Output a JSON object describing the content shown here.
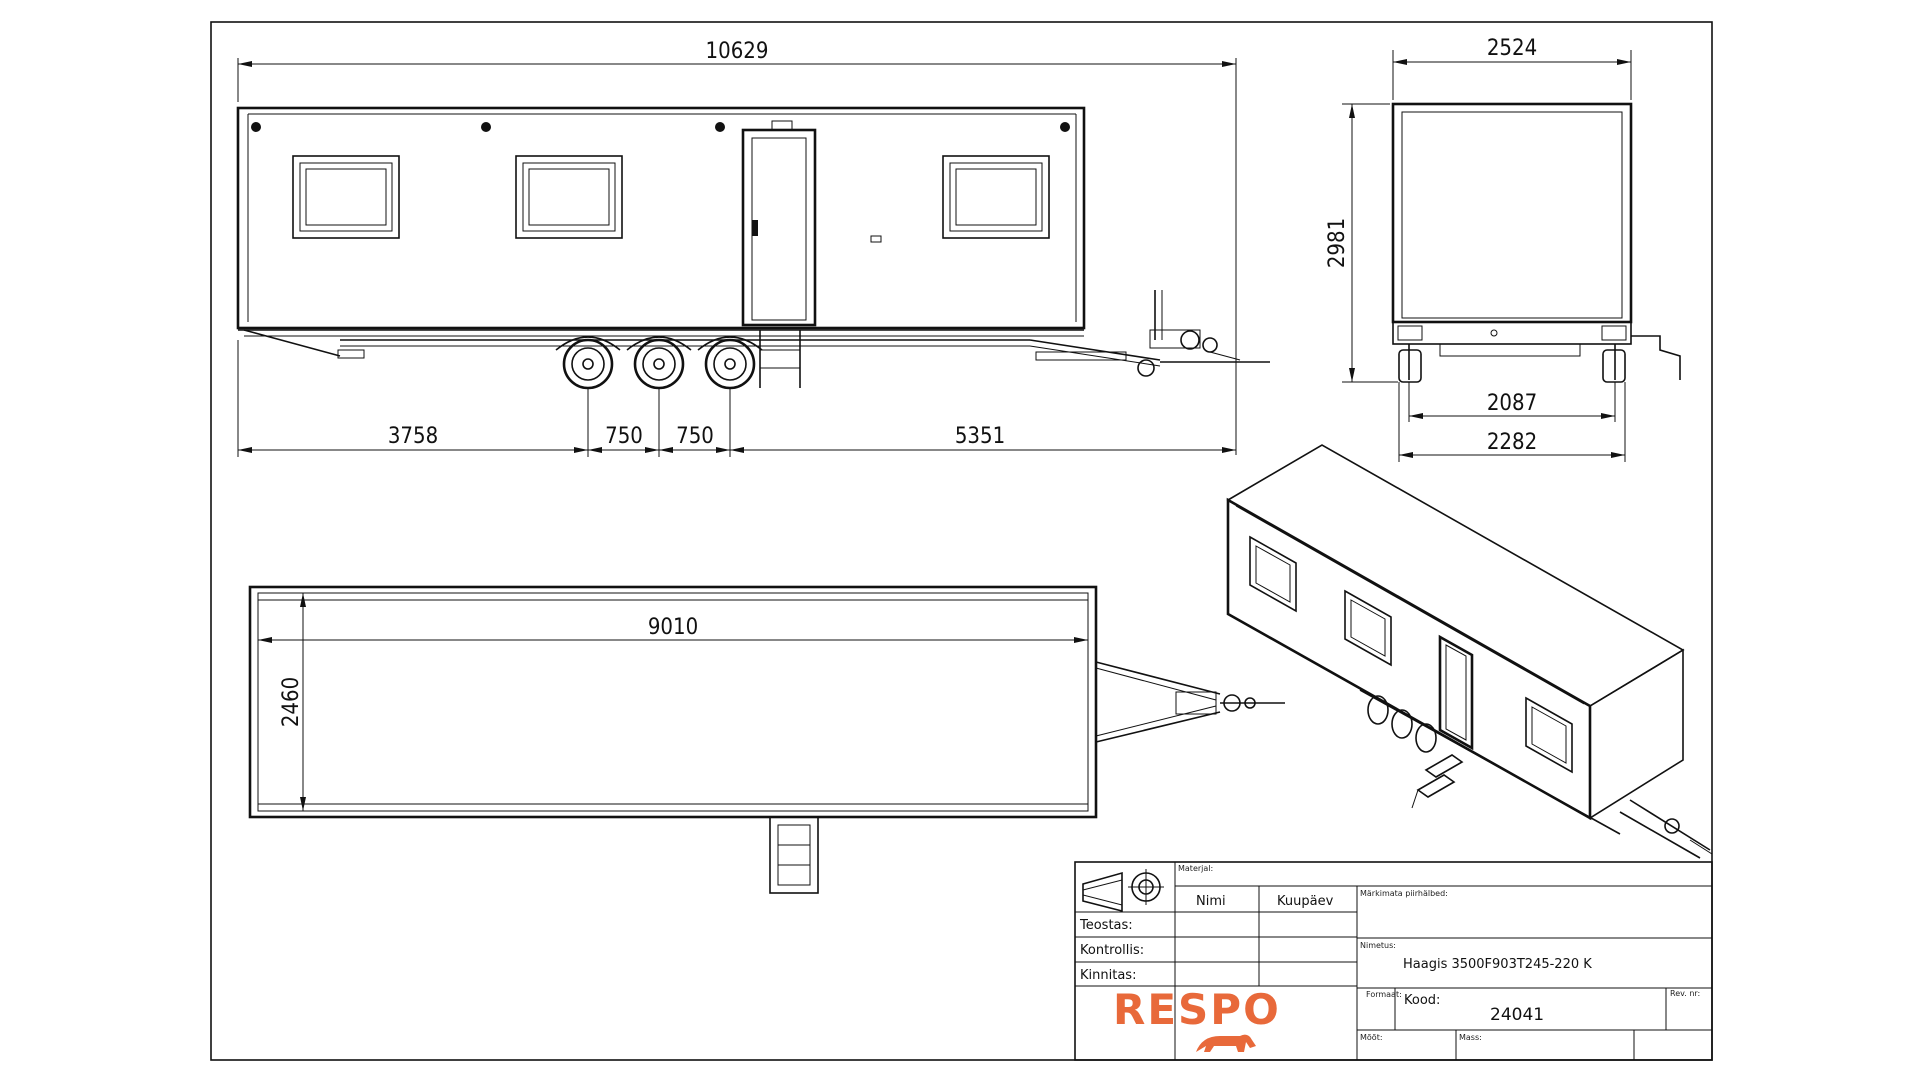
{
  "dimensions": {
    "side_total_length": "10629",
    "side_front_overhang": "3758",
    "side_axle_spacing_1": "750",
    "side_axle_spacing_2": "750",
    "side_rear_length": "5351",
    "end_width": "2524",
    "end_height": "2981",
    "end_track_inner": "2087",
    "end_track_outer": "2282",
    "top_inner_length": "9010",
    "top_inner_width": "2460"
  },
  "title_block": {
    "material_label": "Materjal:",
    "name_header": "Nimi",
    "date_header": "Kuupäev",
    "marking_label": "Märkimata piirhälbed:",
    "row_designer": "Teostas:",
    "row_checker": "Kontrollis:",
    "row_approver": "Kinnitas:",
    "title_label": "Nimetus:",
    "title_value": "Haagis 3500F903T245-220 K",
    "format_label": "Formaat:",
    "code_label": "Kood:",
    "code_value": "24041",
    "rev_label": "Rev. nr:",
    "scale_label": "Mõõt:",
    "mass_label": "Mass:",
    "logo_text": "RESPO"
  },
  "colors": {
    "line": "#111111",
    "logo_orange": "#e8693a"
  }
}
